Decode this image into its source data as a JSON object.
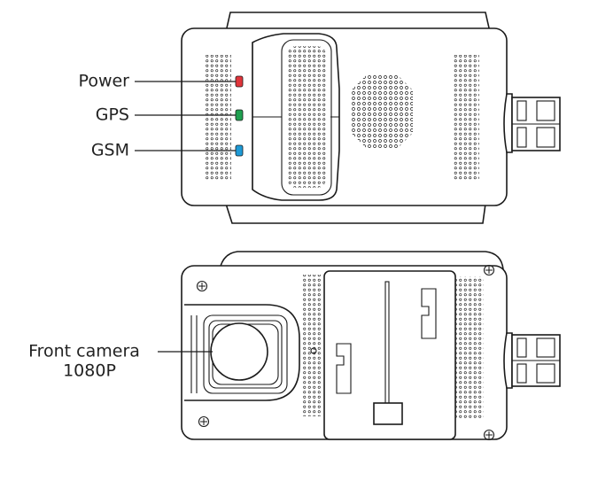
{
  "labels": {
    "power": "Power",
    "gps": "GPS",
    "gsm": "GSM",
    "front_camera_line1": "Front camera",
    "front_camera_line2": "1080P"
  },
  "colors": {
    "power_led": "#e0353b",
    "gps_led": "#1fa050",
    "gsm_led": "#1e9ad6",
    "outline": "#1a1a1a",
    "text": "#222222"
  }
}
